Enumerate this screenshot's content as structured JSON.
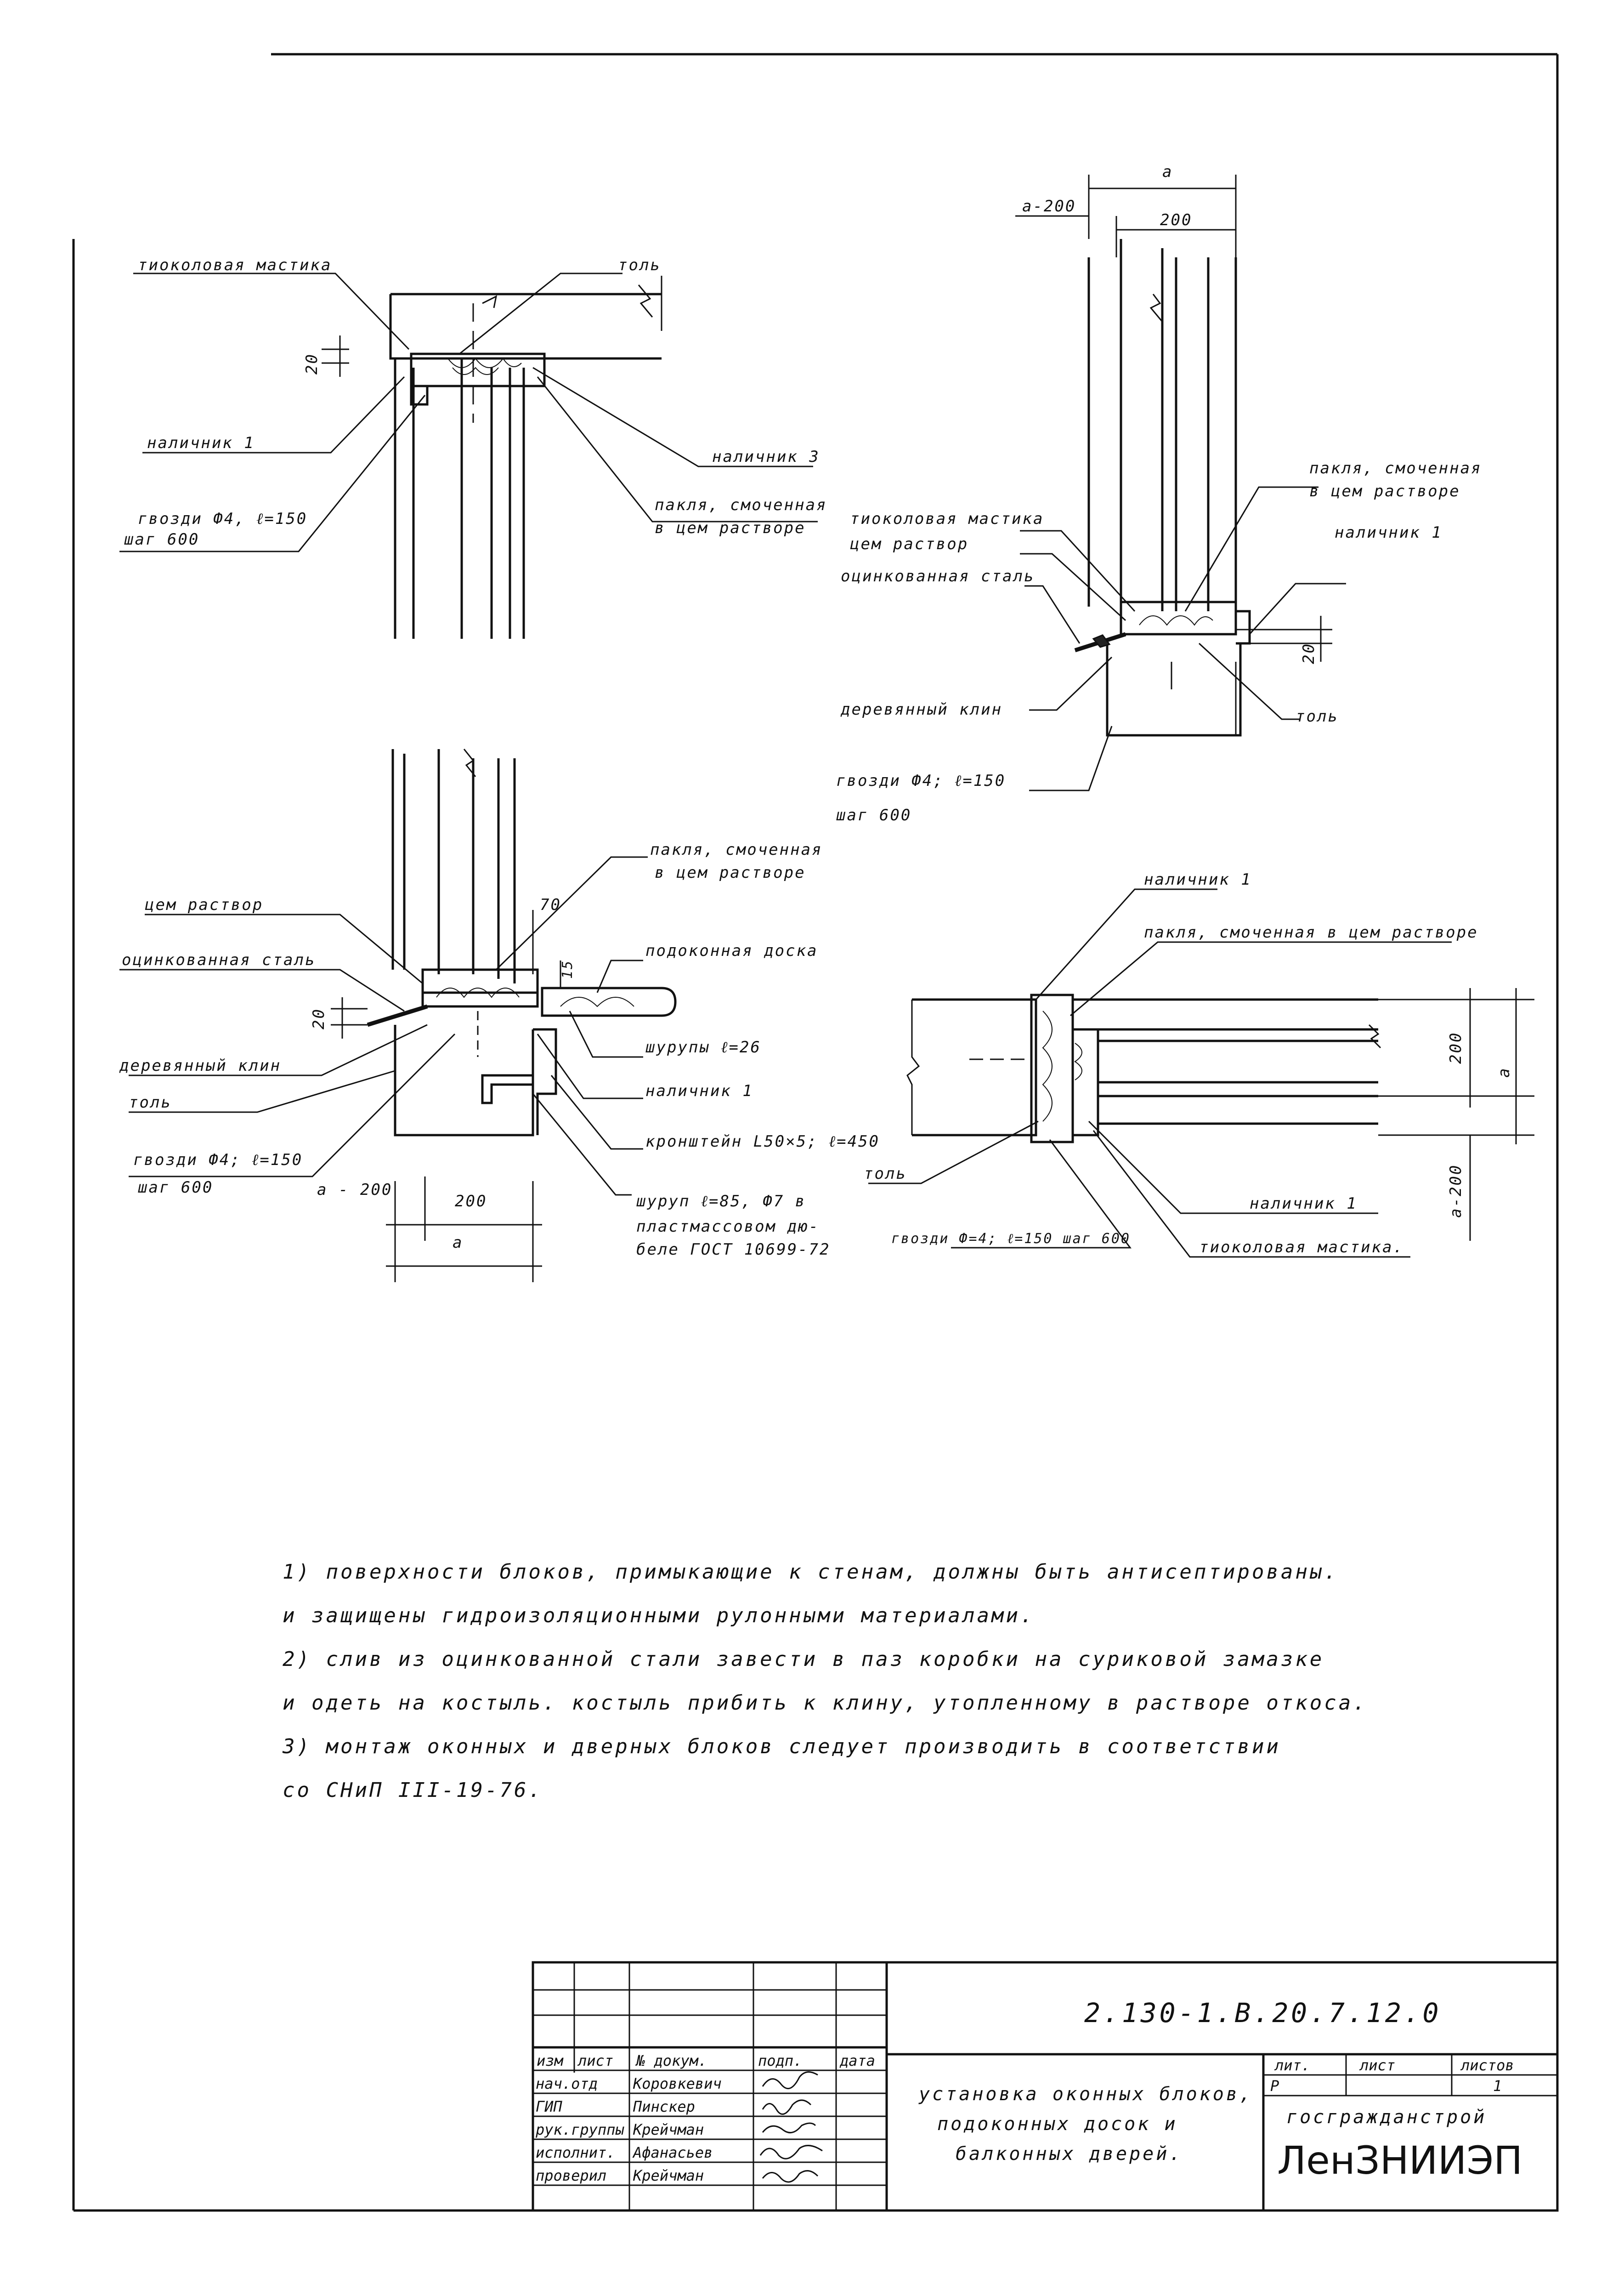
{
  "details": {
    "top_left": {
      "labels": {
        "mastic": "тиоколовая мастика",
        "tol": "толь",
        "dim20": "20",
        "nalichnik1": "наличник 1",
        "nalichnik3": "наличник 3",
        "nails": "гвозди Ф4, ℓ=150",
        "nails_step": "шаг 600",
        "paklya_1": "пакля, смоченная",
        "paklya_2": "в цем растворе"
      }
    },
    "top_right": {
      "labels": {
        "dim_a": "а",
        "dim_a200": "а-200",
        "dim200": "200",
        "paklya_1": "пакля, смоченная",
        "paklya_2": "в цем растворе",
        "mastic": "тиоколовая мастика",
        "cem": "цем раствор",
        "nalichnik1": "наличник 1",
        "steel": "оцинкованная сталь",
        "dim20": "20",
        "wedge": "деревянный клин",
        "tol": "толь",
        "nails": "гвозди Ф4; ℓ=150",
        "nails_step": "шаг 600"
      }
    },
    "bottom_left": {
      "labels": {
        "paklya_1": "пакля, смоченная",
        "paklya_2": "в цем растворе",
        "cem": "цем раствор",
        "dim70": "70",
        "steel": "оцинкованная сталь",
        "dim15": "15",
        "sill": "подоконная доска",
        "dim20": "20",
        "screws": "шурупы ℓ=26",
        "wedge": "деревянный клин",
        "nalichnik1": "наличник 1",
        "tol": "толь",
        "bracket": "кронштейн L50×5; ℓ=450",
        "nails": "гвозди Ф4; ℓ=150",
        "nails_step": "шаг 600",
        "dim_a200": "а - 200",
        "dim200": "200",
        "dim_a": "а",
        "screw2_1": "шуруп ℓ=85, Ф7 в",
        "screw2_2": "пластмассовом дю-",
        "screw2_3": "беле ГОСТ 10699-72"
      }
    },
    "bottom_right": {
      "labels": {
        "nalichnik1_top": "наличник 1",
        "paklya": "пакля, смоченная в цем растворе",
        "dim200": "200",
        "dim_a": "а",
        "dim_a200": "а-200",
        "tol": "толь",
        "nalichnik1_bottom": "наличник 1",
        "nails": "гвозди Ф=4; ℓ=150  шаг 600",
        "mastic": "тиоколовая мастика."
      }
    }
  },
  "notes": [
    "1) поверхности блоков, примыкающие к стенам, должны быть антисептированы.",
    "и защищены гидроизоляционными рулонными материалами.",
    "2) слив из оцинкованной стали завести в паз коробки на суриковой замазке",
    "и одеть на костыль. костыль прибить к клину, утопленному в растворе откоса.",
    "3) монтаж оконных и дверных блоков следует производить в соответствии",
    "со СНиП III-19-76."
  ],
  "title_block": {
    "doc_code": "2.130-1.В.20.7.12.0",
    "headers": {
      "izm": "изм",
      "list": "лист",
      "doc": "№ докум.",
      "sign": "подп.",
      "date": "дата"
    },
    "rows": [
      {
        "role": "нач.отд",
        "name": "Коровкевич"
      },
      {
        "role": "ГИП",
        "name": "Пинскер"
      },
      {
        "role": "рук.группы",
        "name": "Крейчман"
      },
      {
        "role": "исполнит.",
        "name": "Афанасьев"
      },
      {
        "role": "проверил",
        "name": "Крейчман"
      }
    ],
    "title_lines": [
      "установка оконных блоков,",
      "подоконных досок и",
      "балконных дверей."
    ],
    "lit_label": "лит.",
    "sheet_label": "лист",
    "sheets_label": "листов",
    "lit_value": "Р",
    "sheets_value": "1",
    "org_top": "госгражданстрой",
    "org": "ЛенЗНИИЭП"
  }
}
